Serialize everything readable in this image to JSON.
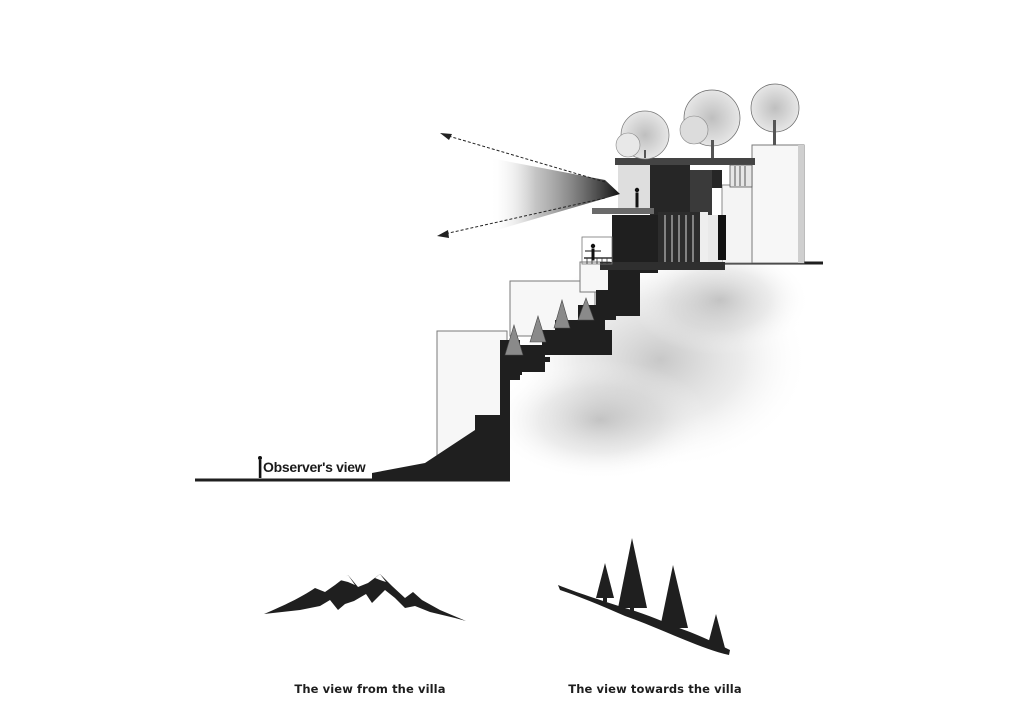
{
  "labels": {
    "observer_view": "Observer's view"
  },
  "captions": {
    "view_from_villa": "The view from the villa",
    "view_towards_villa": "The view towards the villa"
  },
  "colors": {
    "ink": "#1f1f1f",
    "outline": "#6b6b6b",
    "fog": "#bdbdbd",
    "panel": "#f4f4f4"
  },
  "icons": {
    "mountains": "mountain-range-icon",
    "trees": "pine-trees-on-slope-icon",
    "viewer": "standing-person-icon"
  }
}
